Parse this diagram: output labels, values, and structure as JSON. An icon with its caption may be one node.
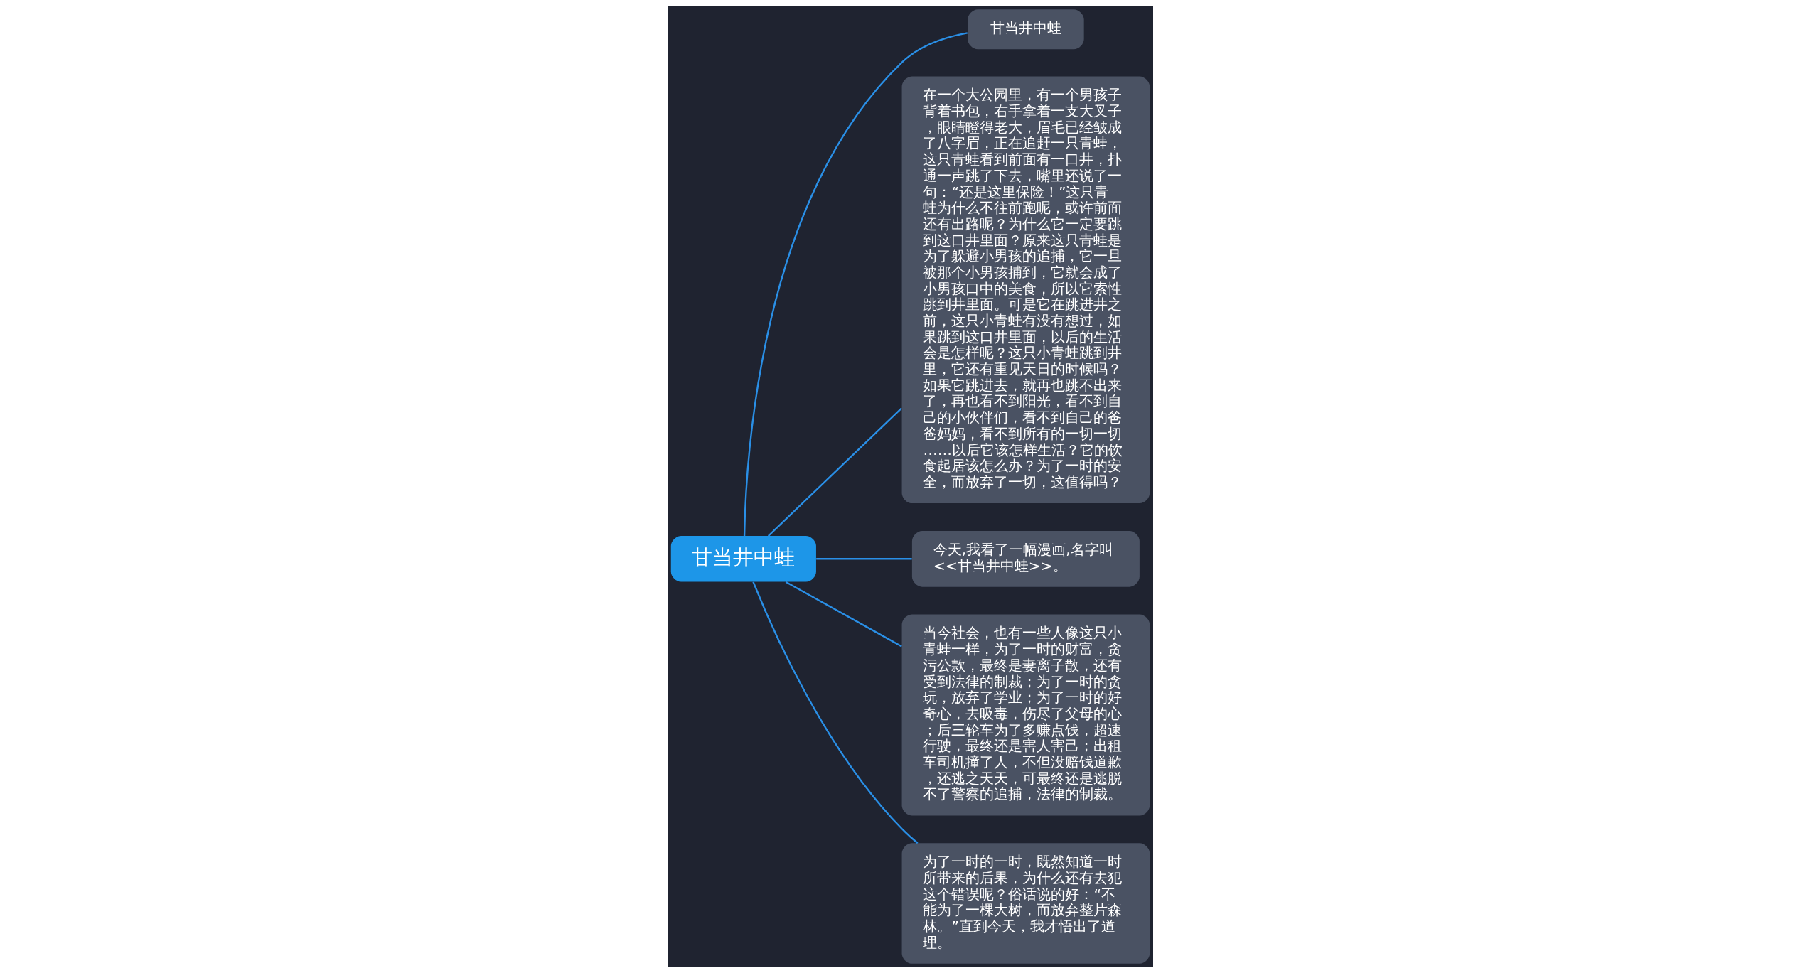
{
  "diagram": {
    "nodes": [
      {
        "text": [
          "甘当井中蛙"
        ]
      },
      {
        "text": [
          "甘当井中蛙"
        ]
      },
      {
        "text": [
          "在一个大公园里，有一个男孩子背着书包，右手拿着一支大叉子，眼睛瞪得老大，眉毛已经皱成了八字眉，正在追赶一只青蛙，这只青蛙看到前面有一口井，扑通一声跳了下去，嘴里还说了一句：“还是这里保险！”这只青蛙为什么不往前跑呢，或许前面还有出路呢？为什么它一定要跳到这口井里面？原来这只青蛙是为了躲避小男孩的追捕，它一旦被那个小男孩捕到，它就会成了小男孩口中的美食，所以它索性跳到井里面。可是它在跳进井之前，这只小青蛙有没有想过，如果跳到这口井里面，以后的生活会是怎样呢？这只小青蛙跳到井里，它还有重见天日的时候吗？如果它跳进去，就再也跳不出来了，再也看不到阳光，看不到自己的小伙伴们，看不到自己的爸爸妈妈，看不到所有的一切一切……以后它该怎样生活？它的饮食起居该怎么办？为了一时的安全，而放弃了一切，这值得吗？"
        ]
      },
      {
        "text": [
          "今天,我看了一幅漫画,名字叫<<甘当井中蛙>>。"
        ]
      },
      {
        "text": [
          "当今社会，也有一些人像这只小青蛙一样，为了一时的财富，贪污公款，最终是妻离子散，还有受到法律的制裁；为了一时的贪玩，放弃了学业；为了一时的好奇心，去吸毒，伤尽了父母的心；后三轮车为了多赚点钱，超速行驶，最终还是害人害己；出租车司机撞了人，不但没赔钱道歉，还逃之天天，可最终还是逃脱不了警察的追捕，法律的制裁。"
        ]
      },
      {
        "text": [
          "为了一时的一时，既然知道一时所带来的后果，为什么还有去犯这个错误呢？俗话说的好：“不能为了一棵大树，而放弃整片森林。”直到今天，我才悟出了道理。"
        ]
      }
    ],
    "edges": [
      {
        "from": 0,
        "to": 1,
        "arrow": "none"
      },
      {
        "from": 0,
        "to": 2,
        "arrow": "none"
      },
      {
        "from": 0,
        "to": 3,
        "arrow": "none"
      },
      {
        "from": 0,
        "to": 4,
        "arrow": "none"
      },
      {
        "from": 0,
        "to": 5,
        "arrow": "none"
      }
    ]
  }
}
